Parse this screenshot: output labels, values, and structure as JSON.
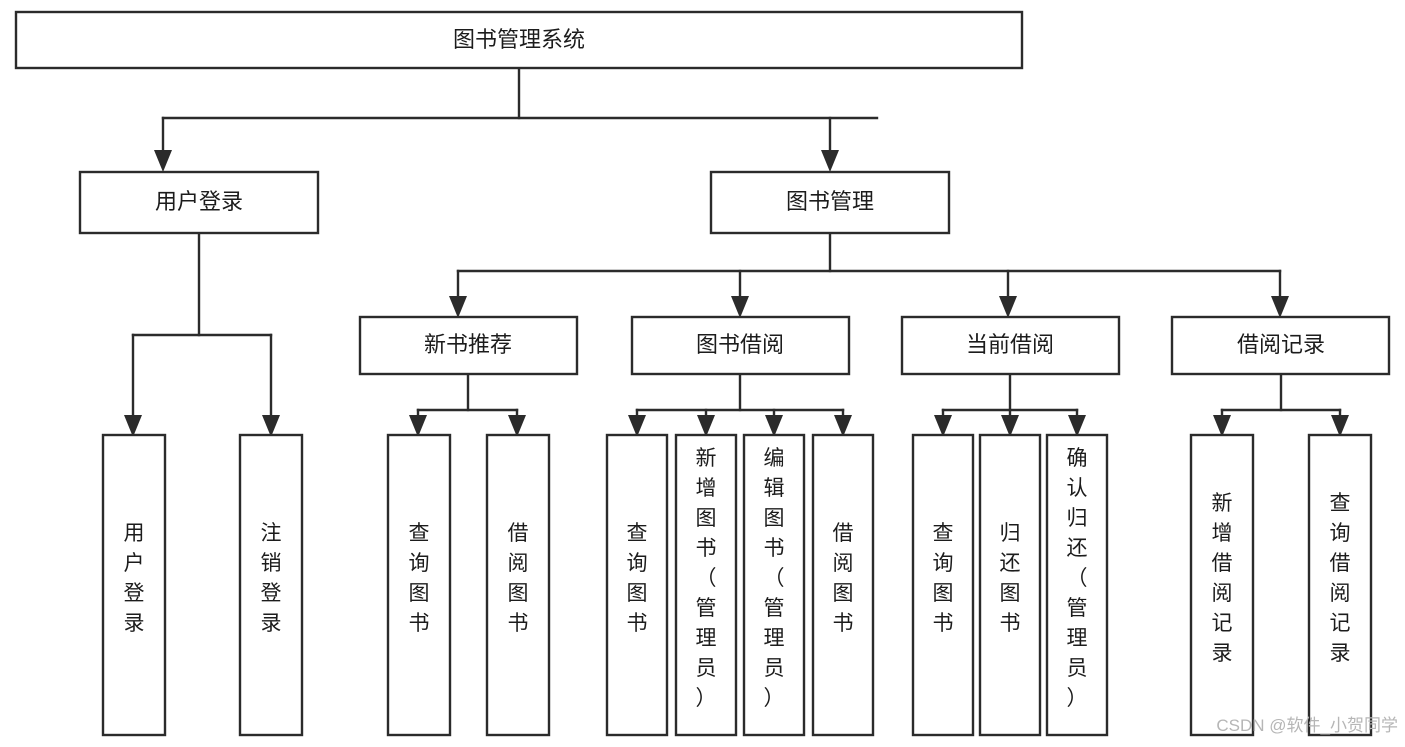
{
  "diagram": {
    "type": "tree-hierarchy",
    "title": "图书管理系统",
    "orientation": "top-down",
    "colors": {
      "box_stroke": "#2b2b2b",
      "box_fill": "#ffffff",
      "connector": "#2b2b2b",
      "text": "#1c1c1c",
      "watermark": "#b6b6b6",
      "background": "#ffffff"
    },
    "root": {
      "id": "root",
      "label": "图书管理系统",
      "text_orientation": "horizontal"
    },
    "level1": [
      {
        "id": "user-login",
        "label": "用户登录",
        "text_orientation": "horizontal"
      },
      {
        "id": "book-management",
        "label": "图书管理",
        "text_orientation": "horizontal"
      }
    ],
    "level2": [
      {
        "id": "new-book-recommend",
        "label": "新书推荐",
        "parent": "book-management",
        "text_orientation": "horizontal"
      },
      {
        "id": "book-borrow",
        "label": "图书借阅",
        "parent": "book-management",
        "text_orientation": "horizontal"
      },
      {
        "id": "current-borrow",
        "label": "当前借阅",
        "parent": "book-management",
        "text_orientation": "horizontal"
      },
      {
        "id": "borrow-record",
        "label": "借阅记录",
        "parent": "book-management",
        "text_orientation": "horizontal"
      }
    ],
    "leaves": [
      {
        "id": "leaf-user-login",
        "label": "用户登录",
        "chars": [
          "用",
          "户",
          "登",
          "录"
        ],
        "parent": "user-login",
        "text_orientation": "vertical"
      },
      {
        "id": "leaf-logout",
        "label": "注销登录",
        "chars": [
          "注",
          "销",
          "登",
          "录"
        ],
        "parent": "user-login",
        "text_orientation": "vertical"
      },
      {
        "id": "leaf-query-book-rec",
        "label": "查询图书",
        "chars": [
          "查",
          "询",
          "图",
          "书"
        ],
        "parent": "new-book-recommend",
        "text_orientation": "vertical"
      },
      {
        "id": "leaf-borrow-book-rec",
        "label": "借阅图书",
        "chars": [
          "借",
          "阅",
          "图",
          "书"
        ],
        "parent": "new-book-recommend",
        "text_orientation": "vertical"
      },
      {
        "id": "leaf-query-book-borrow",
        "label": "查询图书",
        "chars": [
          "查",
          "询",
          "图",
          "书"
        ],
        "parent": "book-borrow",
        "text_orientation": "vertical"
      },
      {
        "id": "leaf-add-book-admin",
        "label": "新增图书（管理员）",
        "chars": [
          "新",
          "增",
          "图",
          "书",
          "（",
          "管",
          "理",
          "员",
          "）"
        ],
        "parent": "book-borrow",
        "text_orientation": "vertical"
      },
      {
        "id": "leaf-edit-book-admin",
        "label": "编辑图书（管理员）",
        "chars": [
          "编",
          "辑",
          "图",
          "书",
          "（",
          "管",
          "理",
          "员",
          "）"
        ],
        "parent": "book-borrow",
        "text_orientation": "vertical"
      },
      {
        "id": "leaf-borrow-book",
        "label": "借阅图书",
        "chars": [
          "借",
          "阅",
          "图",
          "书"
        ],
        "parent": "book-borrow",
        "text_orientation": "vertical"
      },
      {
        "id": "leaf-query-book-current",
        "label": "查询图书",
        "chars": [
          "查",
          "询",
          "图",
          "书"
        ],
        "parent": "current-borrow",
        "text_orientation": "vertical"
      },
      {
        "id": "leaf-return-book",
        "label": "归还图书",
        "chars": [
          "归",
          "还",
          "图",
          "书"
        ],
        "parent": "current-borrow",
        "text_orientation": "vertical"
      },
      {
        "id": "leaf-confirm-return-admin",
        "label": "确认归还（管理员）",
        "chars": [
          "确",
          "认",
          "归",
          "还",
          "（",
          "管",
          "理",
          "员",
          "）"
        ],
        "parent": "current-borrow",
        "text_orientation": "vertical"
      },
      {
        "id": "leaf-add-borrow-record",
        "label": "新增借阅记录",
        "chars": [
          "新",
          "增",
          "借",
          "阅",
          "记",
          "录"
        ],
        "parent": "borrow-record",
        "text_orientation": "vertical"
      },
      {
        "id": "leaf-query-borrow-record",
        "label": "查询借阅记录",
        "chars": [
          "查",
          "询",
          "借",
          "阅",
          "记",
          "录"
        ],
        "parent": "borrow-record",
        "text_orientation": "vertical"
      }
    ],
    "watermark": "CSDN @软件_小贺同学"
  }
}
